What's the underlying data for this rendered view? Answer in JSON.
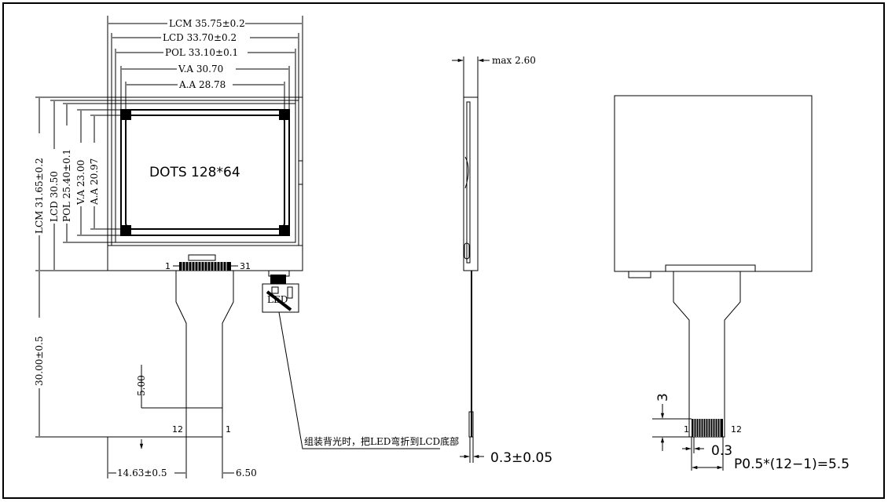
{
  "front_view": {
    "lcm_width": "LCM 35.75±0.2",
    "lcd_width": "LCD 33.70±0.2",
    "pol_width": "POL 33.10±0.1",
    "va_width": "V.A 30.70",
    "aa_width": "A.A 28.78",
    "lcm_height": "LCM 31.65±0.2",
    "lcd_height": "LCD 30.50",
    "pol_height": "POL 25.40±0.1",
    "va_height": "V.A 23.00",
    "aa_height": "A.A 20.97",
    "dots": "DOTS 128*64",
    "pin_first": "1",
    "pin_last": "31",
    "fpc_pin_left": "12",
    "fpc_pin_right": "1",
    "fpc_length": "30.00±0.5",
    "fpc_tab": "5.00",
    "fpc_offset": "14.63±0.5",
    "fpc_width": "6.50",
    "led_note": "组装背光时，把LED弯折到LCD底部",
    "led_label": "LED"
  },
  "side_view": {
    "max_thickness": "max 2.60",
    "fpc_thickness": "0.3±0.05"
  },
  "back_view": {
    "finger_length": "3",
    "pin_left": "1",
    "pin_right": "12",
    "finger_width": "0.3",
    "pitch": "P0.5*(12−1)=5.5"
  }
}
